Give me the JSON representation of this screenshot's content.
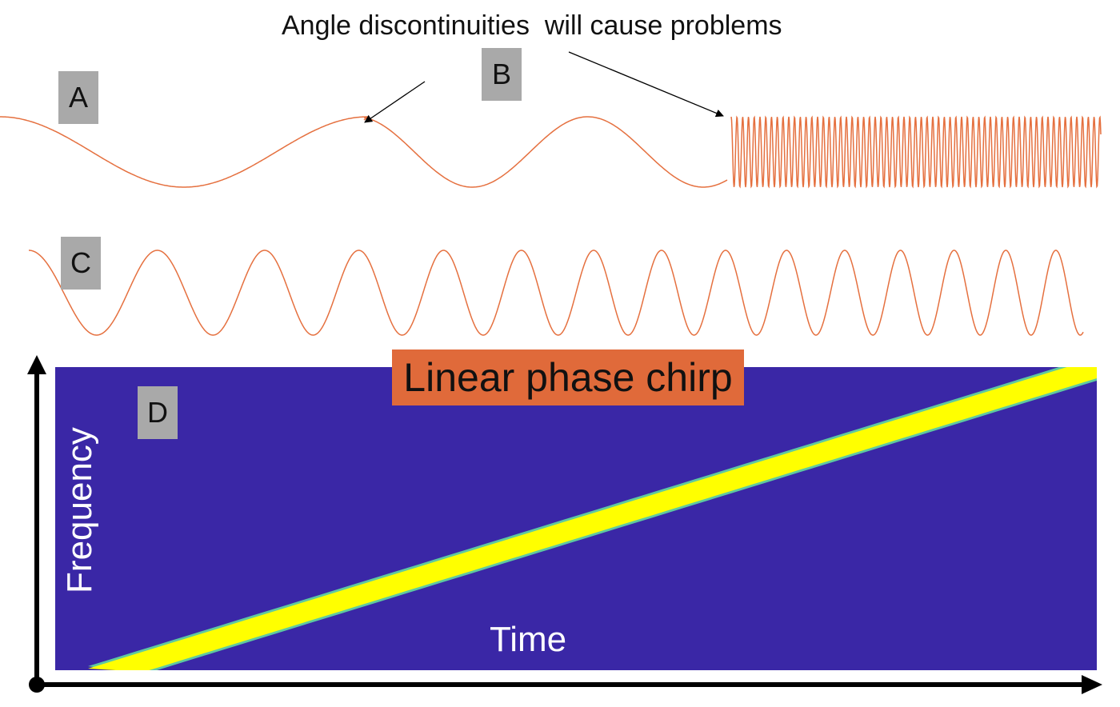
{
  "caption": "Angle discontinuities  will cause problems",
  "labels": {
    "a": "A",
    "b": "B",
    "c": "C",
    "d": "D"
  },
  "spectrogram": {
    "title": "Linear phase chirp",
    "xlabel": "Time",
    "ylabel": "Frequency",
    "background_color": "#3a27a6",
    "band_color": "#ffff00",
    "band_edge_color": "#5ec9a0"
  },
  "colors": {
    "wave": "#e5703f",
    "title_bg": "#e06a3a",
    "label_bg": "#a9a9a9",
    "axis": "#000000"
  }
}
